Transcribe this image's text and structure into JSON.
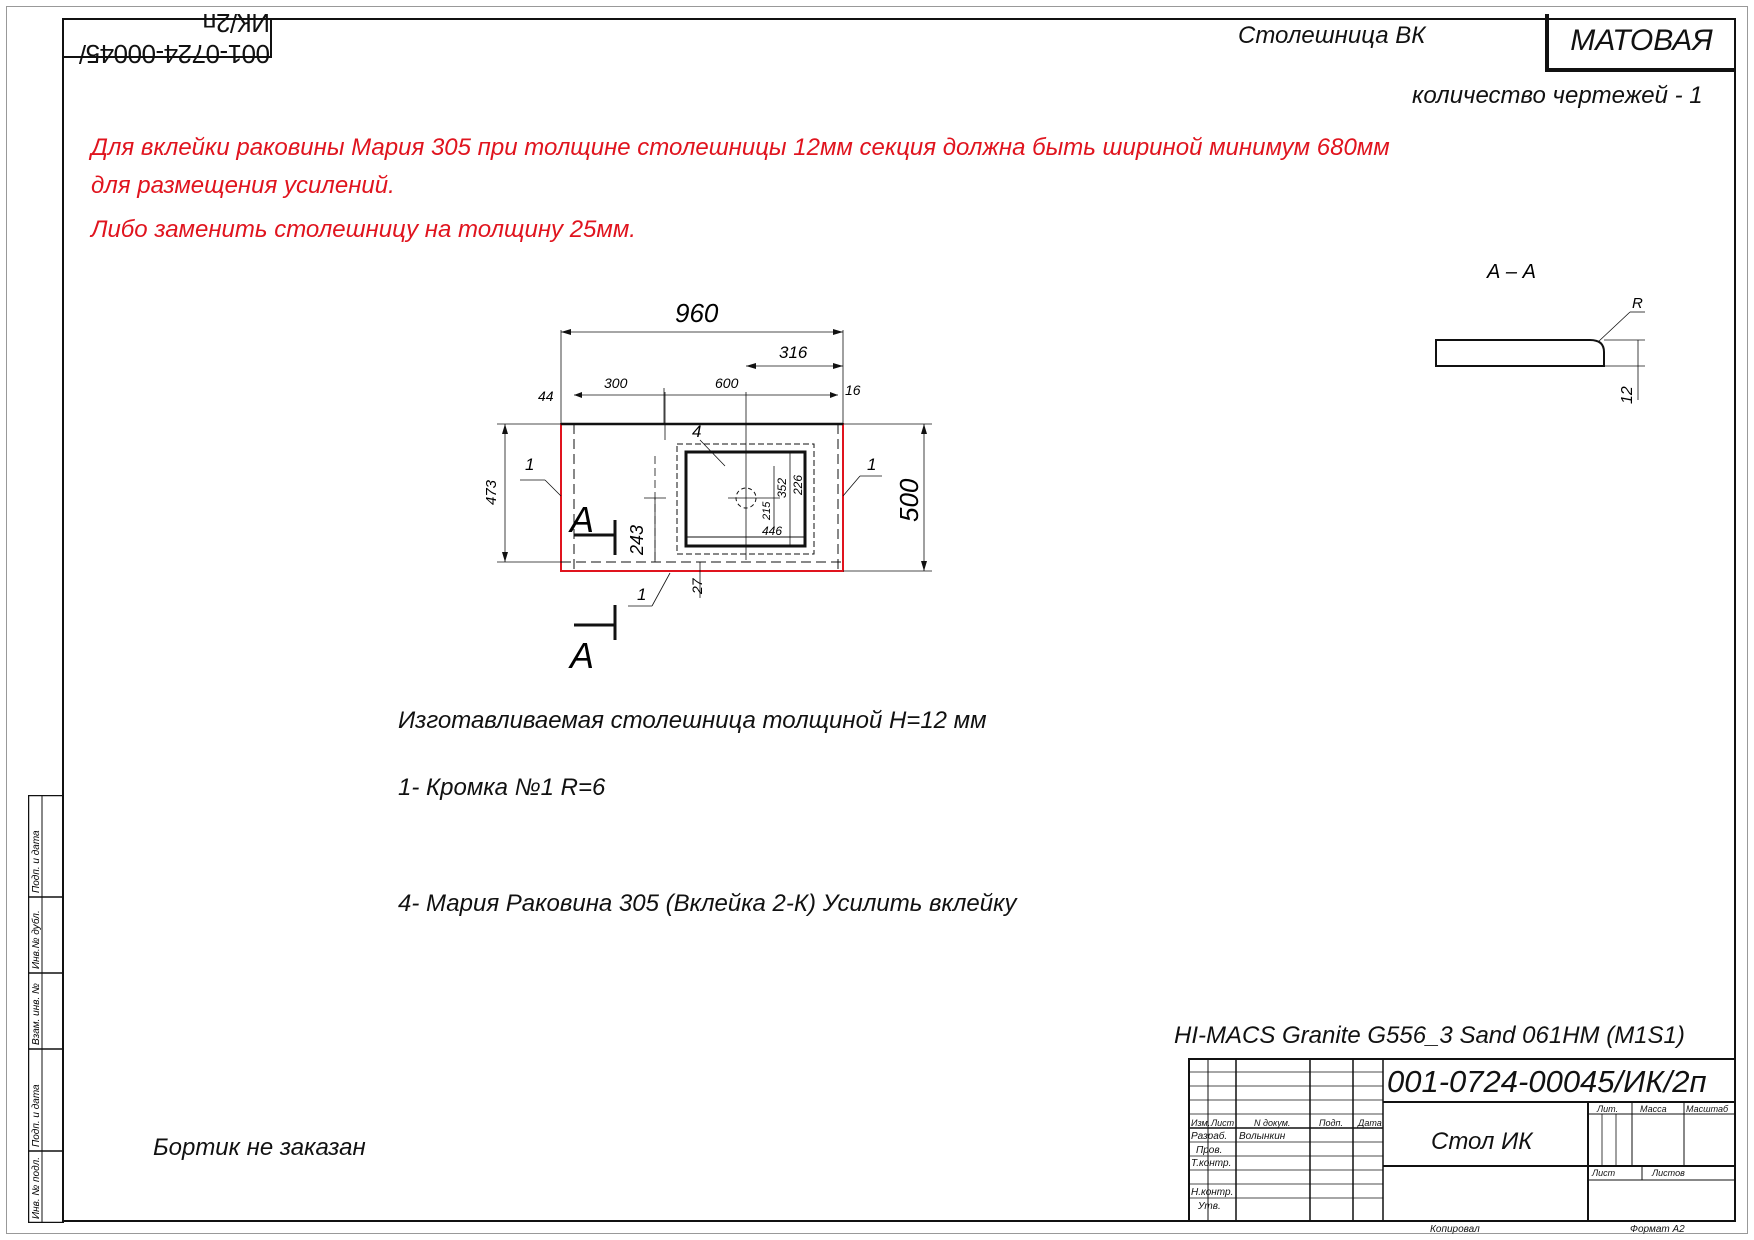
{
  "header": {
    "rotated_stamp": "001-0724-00045/ИК/2п",
    "product_name": "Столешница ВК",
    "finish": "МАТОВАЯ",
    "drawings_count": "количество чертежей - 1"
  },
  "warnings": [
    "Для вклейки раковины Мария 305 при толщине столешницы 12мм секция должна быть шириной минимум 680мм",
    "для размещения усилений.",
    "Либо заменить столешницу на толщину 25мм."
  ],
  "drawing": {
    "dim_total_width": "960",
    "dim_316": "316",
    "dim_300": "300",
    "dim_600": "600",
    "dim_44": "44",
    "dim_16": "16",
    "dim_473": "473",
    "dim_500": "500",
    "dim_243": "243",
    "dim_27": "27",
    "dim_352": "352",
    "dim_226": "226",
    "dim_446": "446",
    "dim_small": "215",
    "callout_1": "1",
    "callout_4": "4",
    "section_letter": "A"
  },
  "section": {
    "title": "А – А",
    "radius_label": "R",
    "thickness_label": "12"
  },
  "notes": {
    "thickness": "Изготавливаемая столешница толщиной H=12 мм",
    "edge": "1- Кромка №1 R=6",
    "sink": "4- Мария Раковина 305  (Вклейка 2-К) Усилить вклейку",
    "side": "Бортик не заказан",
    "material": "HI-MACS Granite G556_3 Sand 061HM (M1S1)"
  },
  "side_strip": {
    "labels": [
      "Подп. и дата",
      "Инв.№ дубл.",
      "Взам. инв. №",
      "Подп. и дата",
      "Инв. № подл."
    ]
  },
  "title_block": {
    "doc_number": "001-0724-00045/ИК/2п",
    "name": "Стол ИК",
    "col_izm": "Изм.",
    "col_list": "Лист",
    "col_ndoc": "N докум.",
    "col_podp": "Подп.",
    "col_date": "Дата",
    "row_razrab": "Разраб.",
    "razrab_name": "Волынкин",
    "row_prov": "Пров.",
    "row_tkontr": "Т.контр.",
    "row_nkontr": "Н.контр.",
    "row_utv": "Утв.",
    "lit": "Лит.",
    "massa": "Масса",
    "masshtab": "Масштаб",
    "sheet": "Лист",
    "sheets": "Листов",
    "copied": "Копировал",
    "format": "Формат А2"
  }
}
